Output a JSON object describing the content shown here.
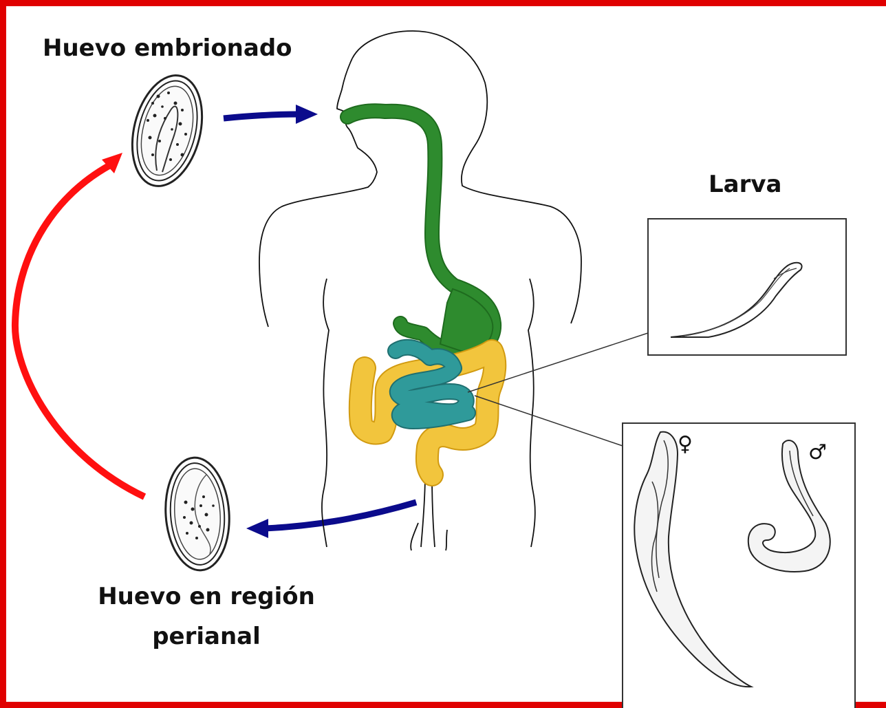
{
  "labels": {
    "egg_embryonated": "Huevo embrionado",
    "larva": "Larva",
    "egg_perianal_line1": "Huevo en región",
    "egg_perianal_line2": "perianal",
    "female_symbol": "♀",
    "male_symbol": "♂"
  },
  "colors": {
    "frame": "#e00000",
    "transmission_arrow": "#ff1010",
    "flow_arrow": "#0b0b8c",
    "esophagus_stomach": "#2e8b2e",
    "small_intestine": "#2f9a9a",
    "large_intestine": "#f2c53d"
  }
}
